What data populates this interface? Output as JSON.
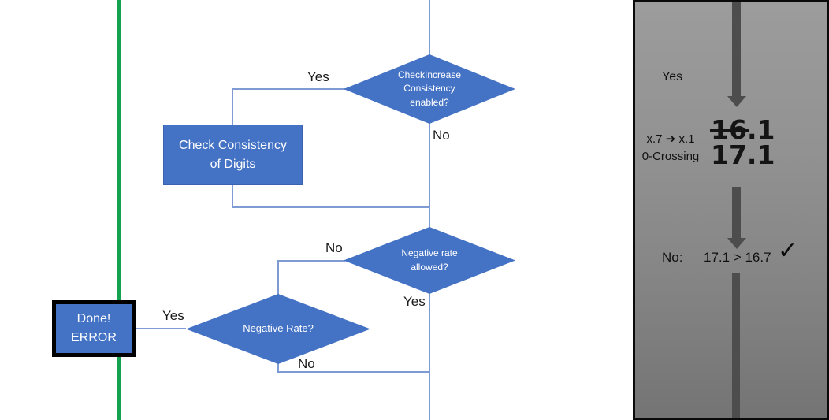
{
  "flowchart": {
    "decision_check_increase": "CheckIncrease\nConsistency\nenabled?",
    "process_check_consistency": "Check Consistency\nof Digits",
    "decision_negative_rate_allowed": "Negative rate\nallowed?",
    "decision_negative_rate": "Negative Rate?",
    "terminal_done_error": "Done!\nERROR",
    "label_yes_top": "Yes",
    "label_no_top": "No",
    "label_no_mid": "No",
    "label_yes_mid": "Yes",
    "label_yes_done": "Yes",
    "label_no_bottom": "No"
  },
  "side_panel": {
    "label_yes": "Yes",
    "rule_line": "x.7 ➔ x.1\n0-Crossing",
    "old_value_struck": "16",
    "old_value_suffix": ".1",
    "new_value": "17.1",
    "label_no": "No:",
    "comparison": "17.1 > 16.7",
    "checkmark": "✓"
  },
  "colors": {
    "shape_blue": "#4472C4",
    "connector_blue": "#7E9BD3",
    "green_line": "#14A251",
    "panel_gray_top": "#9C9C9C",
    "panel_gray_bottom": "#747474",
    "arrow_gray": "#4D4D4D",
    "done_border": "#000000"
  }
}
